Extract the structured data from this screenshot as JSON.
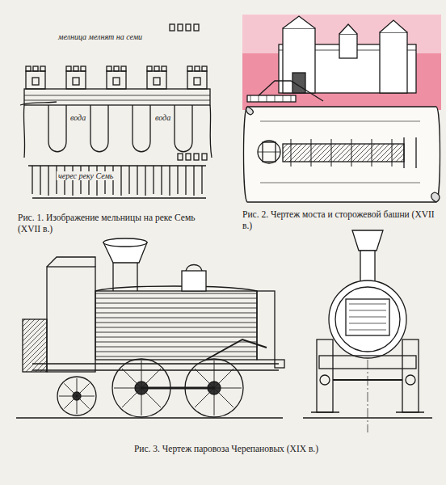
{
  "diagram": {
    "labels": [
      "мелница мелнят на семи",
      "черес реку Семь",
      "вода",
      "вода",
      "Рис. 1. Изображение мельницы на реке Семь (XVII в.)",
      "Рис. 2. Чертеж моста и сторожевой башни (XVII в.)",
      "Рис. 3. Чертеж паровоза Черепановых (XIX в.)"
    ]
  }
}
